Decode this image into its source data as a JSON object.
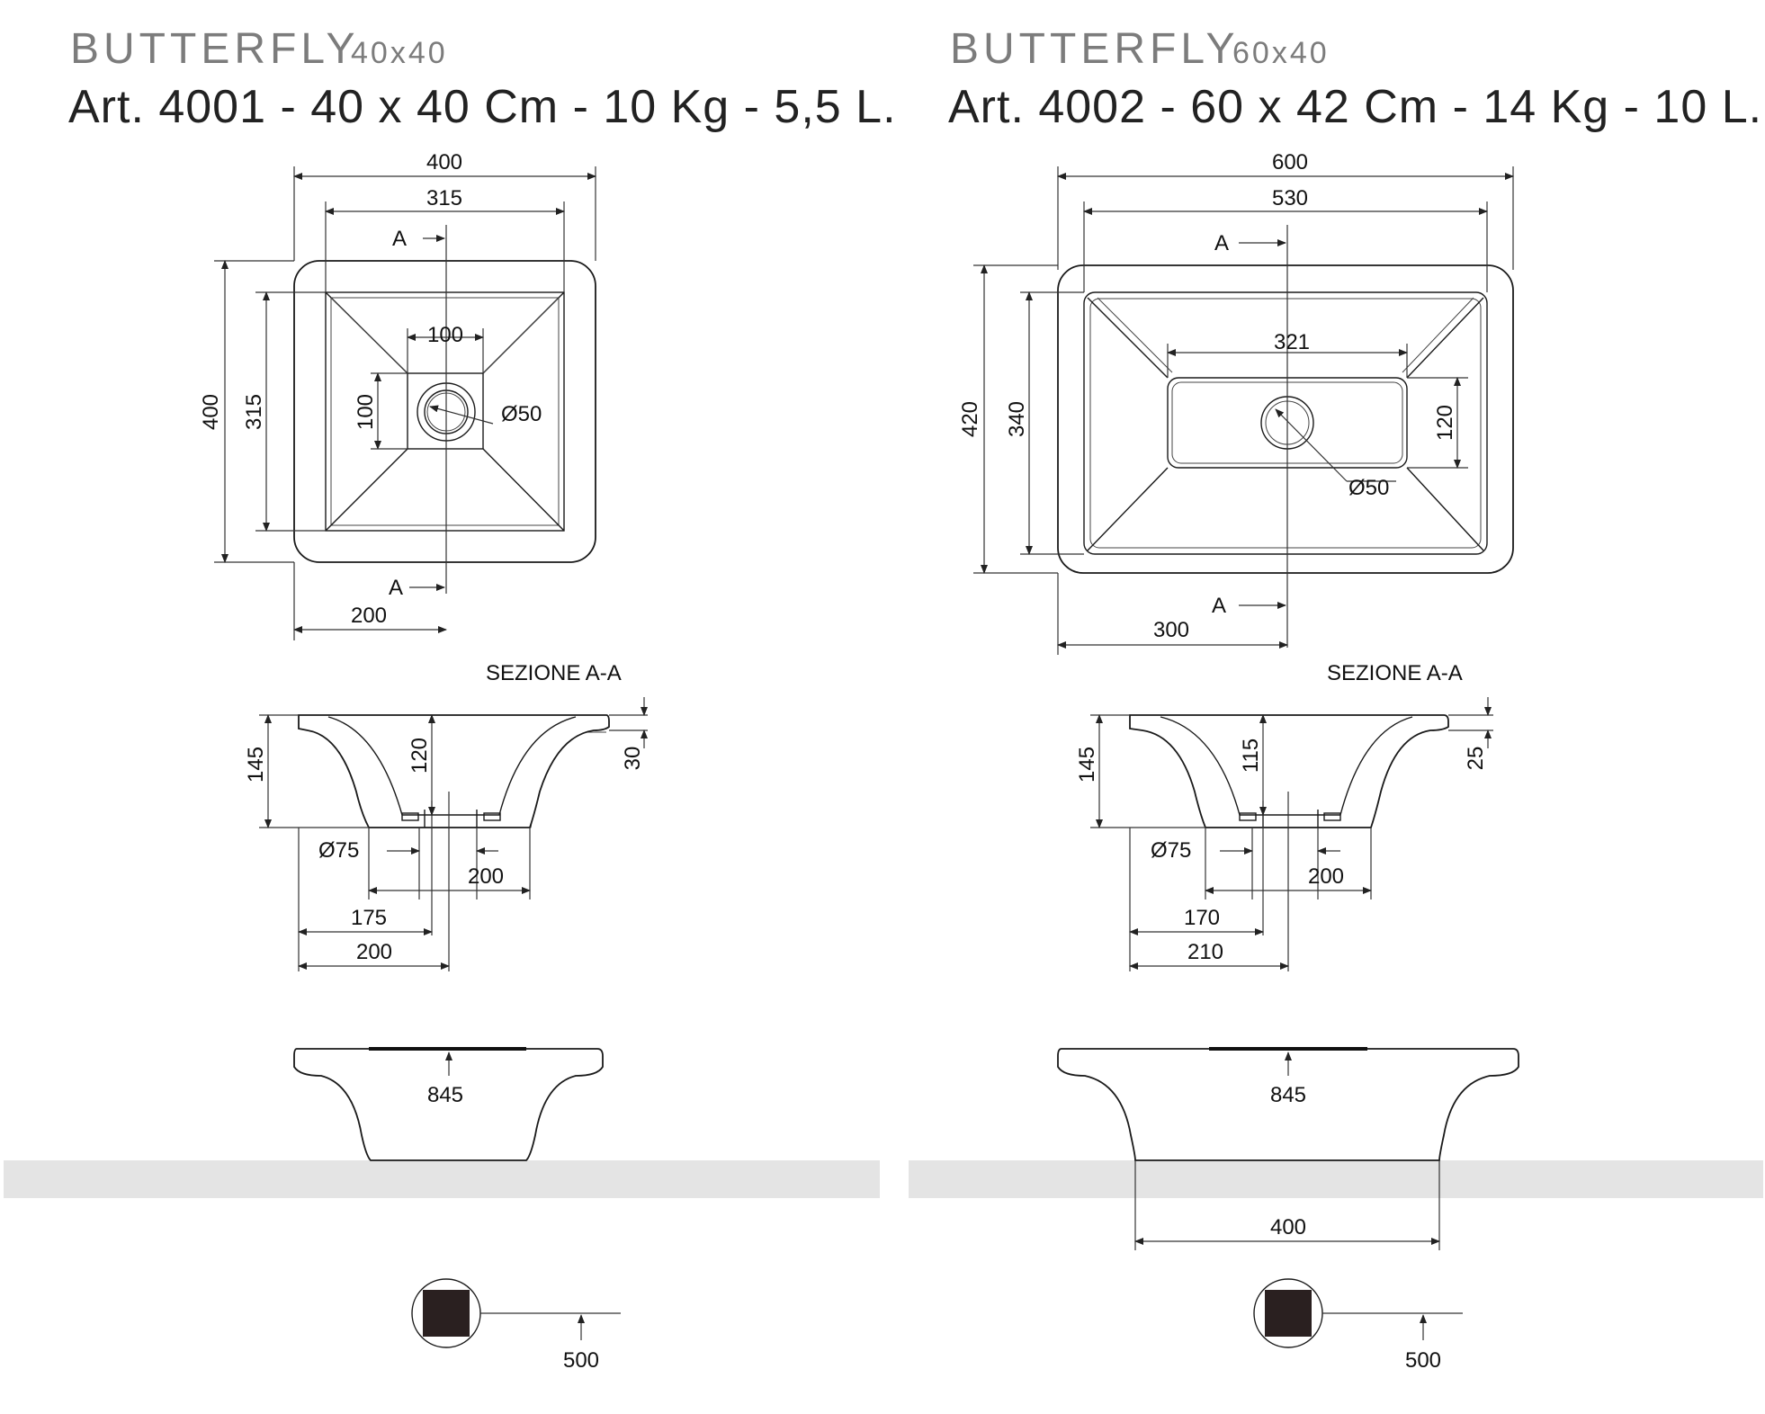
{
  "products": [
    {
      "series": "BUTTERFLY",
      "size_label": "40x40",
      "article_line": "Art. 4001 - 40 x 40 Cm - 10 Kg - 5,5 L.",
      "top_view": {
        "width_outer": "400",
        "width_inner": "315",
        "height_outer": "400",
        "height_inner": "315",
        "drain_width": "100",
        "drain_height": "100",
        "drain_diameter": "Ø50",
        "half_width": "200",
        "section_mark_top": "A",
        "section_mark_bottom": "A"
      },
      "section": {
        "title": "SEZIONE A-A",
        "height": "145",
        "depth": "120",
        "rim": "30",
        "outlet_diameter": "Ø75",
        "base": "200",
        "outlet_offset": "175",
        "half_width": "200"
      },
      "installed": {
        "height": "845"
      },
      "siphon": {
        "height": "500"
      }
    },
    {
      "series": "BUTTERFLY",
      "size_label": "60x40",
      "article_line": "Art. 4002 - 60 x 42 Cm - 14 Kg - 10 L.",
      "top_view": {
        "width_outer": "600",
        "width_inner": "530",
        "height_outer": "420",
        "height_inner": "340",
        "drain_width": "321",
        "drain_height": "120",
        "drain_diameter": "Ø50",
        "half_width": "300",
        "section_mark_top": "A",
        "section_mark_bottom": "A"
      },
      "section": {
        "title": "SEZIONE A-A",
        "height": "145",
        "depth": "115",
        "rim": "25",
        "outlet_diameter": "Ø75",
        "base": "200",
        "outlet_offset": "170",
        "half_width": "210"
      },
      "installed": {
        "height": "845",
        "base_width": "400"
      },
      "siphon": {
        "height": "500"
      }
    }
  ],
  "colors": {
    "counter": "#e4e4e4",
    "line": "#1a1a1a",
    "header_grey": "#7c7c7c",
    "siphon_fill": "#2a2020"
  }
}
